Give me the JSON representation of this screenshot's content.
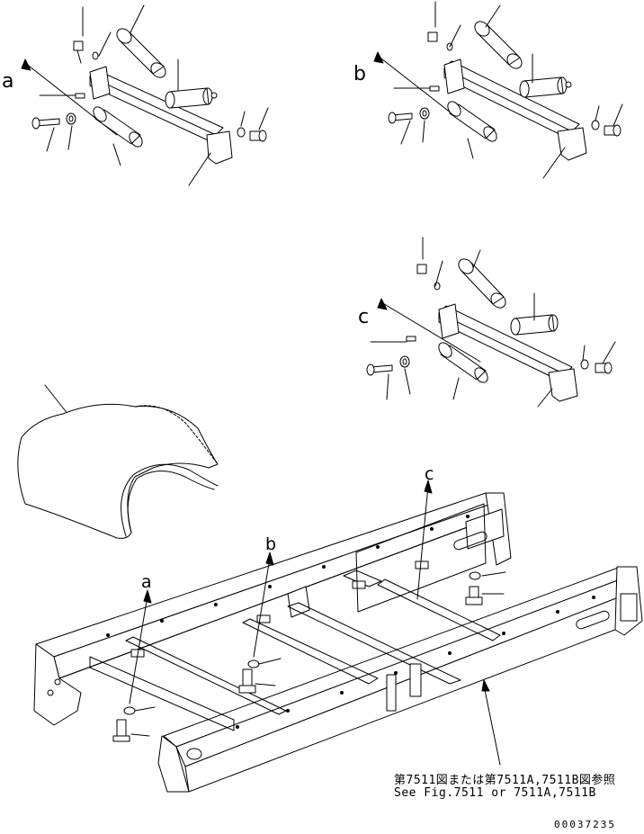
{
  "callouts": {
    "a": "a",
    "b": "b",
    "c": "c"
  },
  "note": {
    "line1": "第7511図または第7511A,7511B図参照",
    "line2": "See Fig.7511 or 7511A,7511B"
  },
  "doc_number": "00037235"
}
